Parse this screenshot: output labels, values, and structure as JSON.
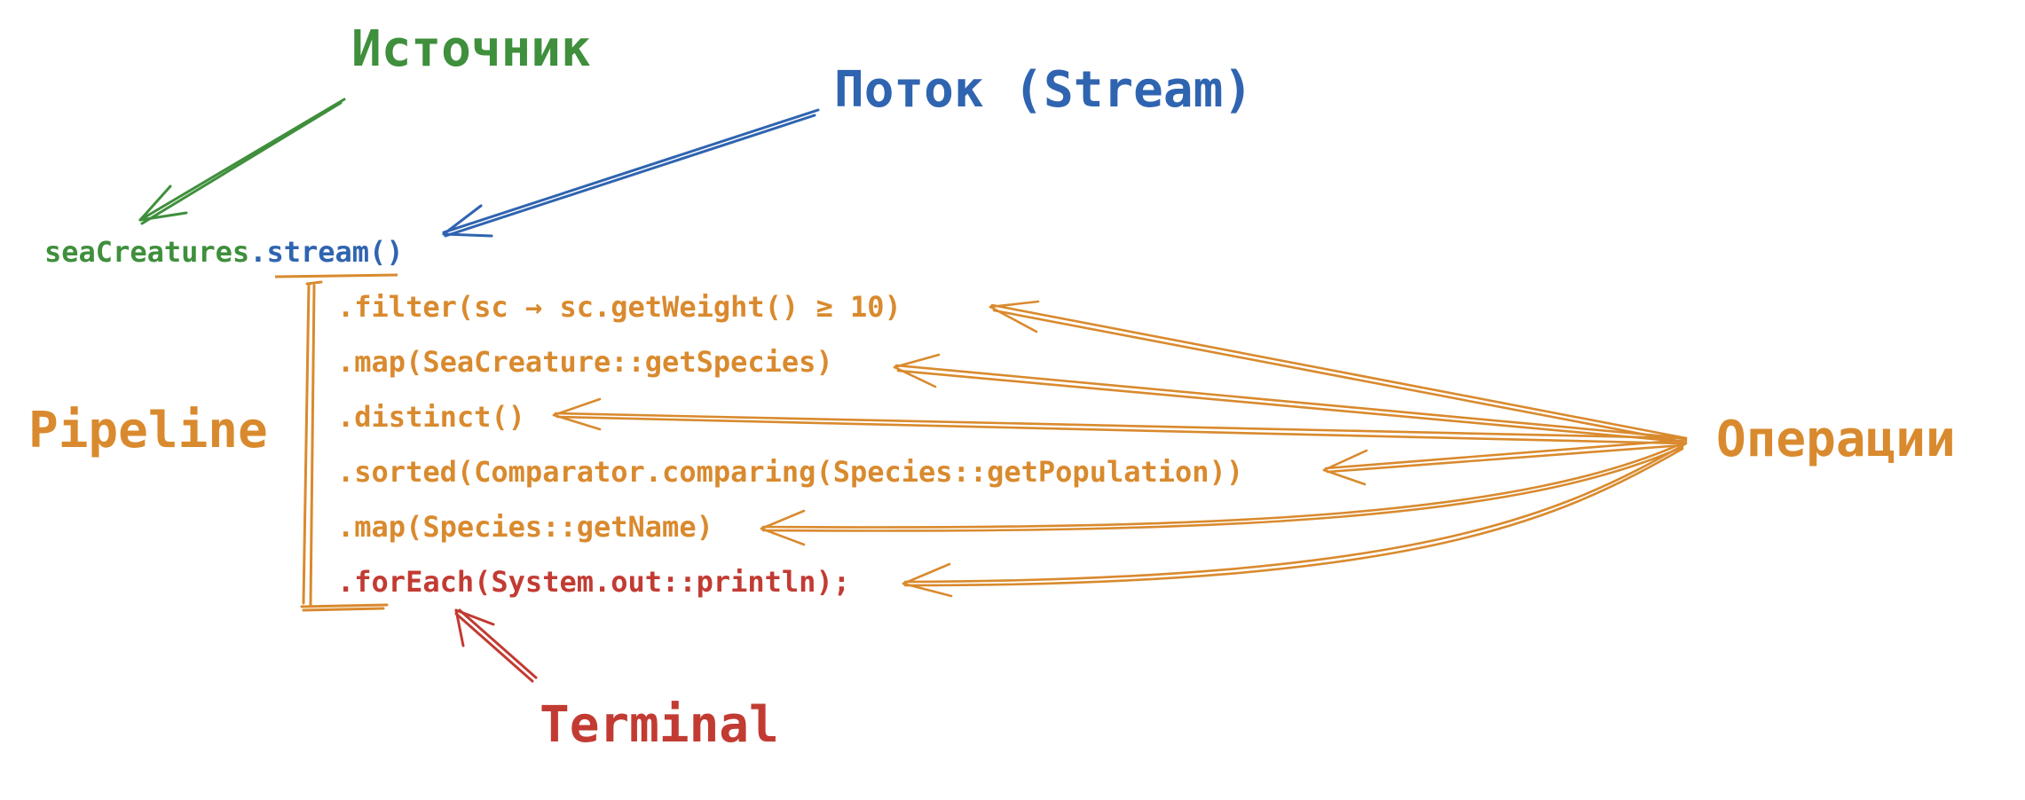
{
  "labels": {
    "source": "Источник",
    "stream": "Поток (Stream)",
    "pipeline": "Pipeline",
    "operations": "Операции",
    "terminal": "Terminal"
  },
  "code": {
    "source_part": "seaCreatures",
    "stream_part": ".stream()",
    "lines": [
      ".filter(sc → sc.getWeight() ≥ 10)",
      ".map(SeaCreature::getSpecies)",
      ".distinct()",
      ".sorted(Comparator.comparing(Species::getPopulation))",
      ".map(Species::getName)",
      ".forEach(System.out::println);"
    ]
  },
  "colors": {
    "source": "#3f8f3c",
    "stream": "#2f64b0",
    "operations": "#d98a2e",
    "terminal": "#c23b32"
  }
}
